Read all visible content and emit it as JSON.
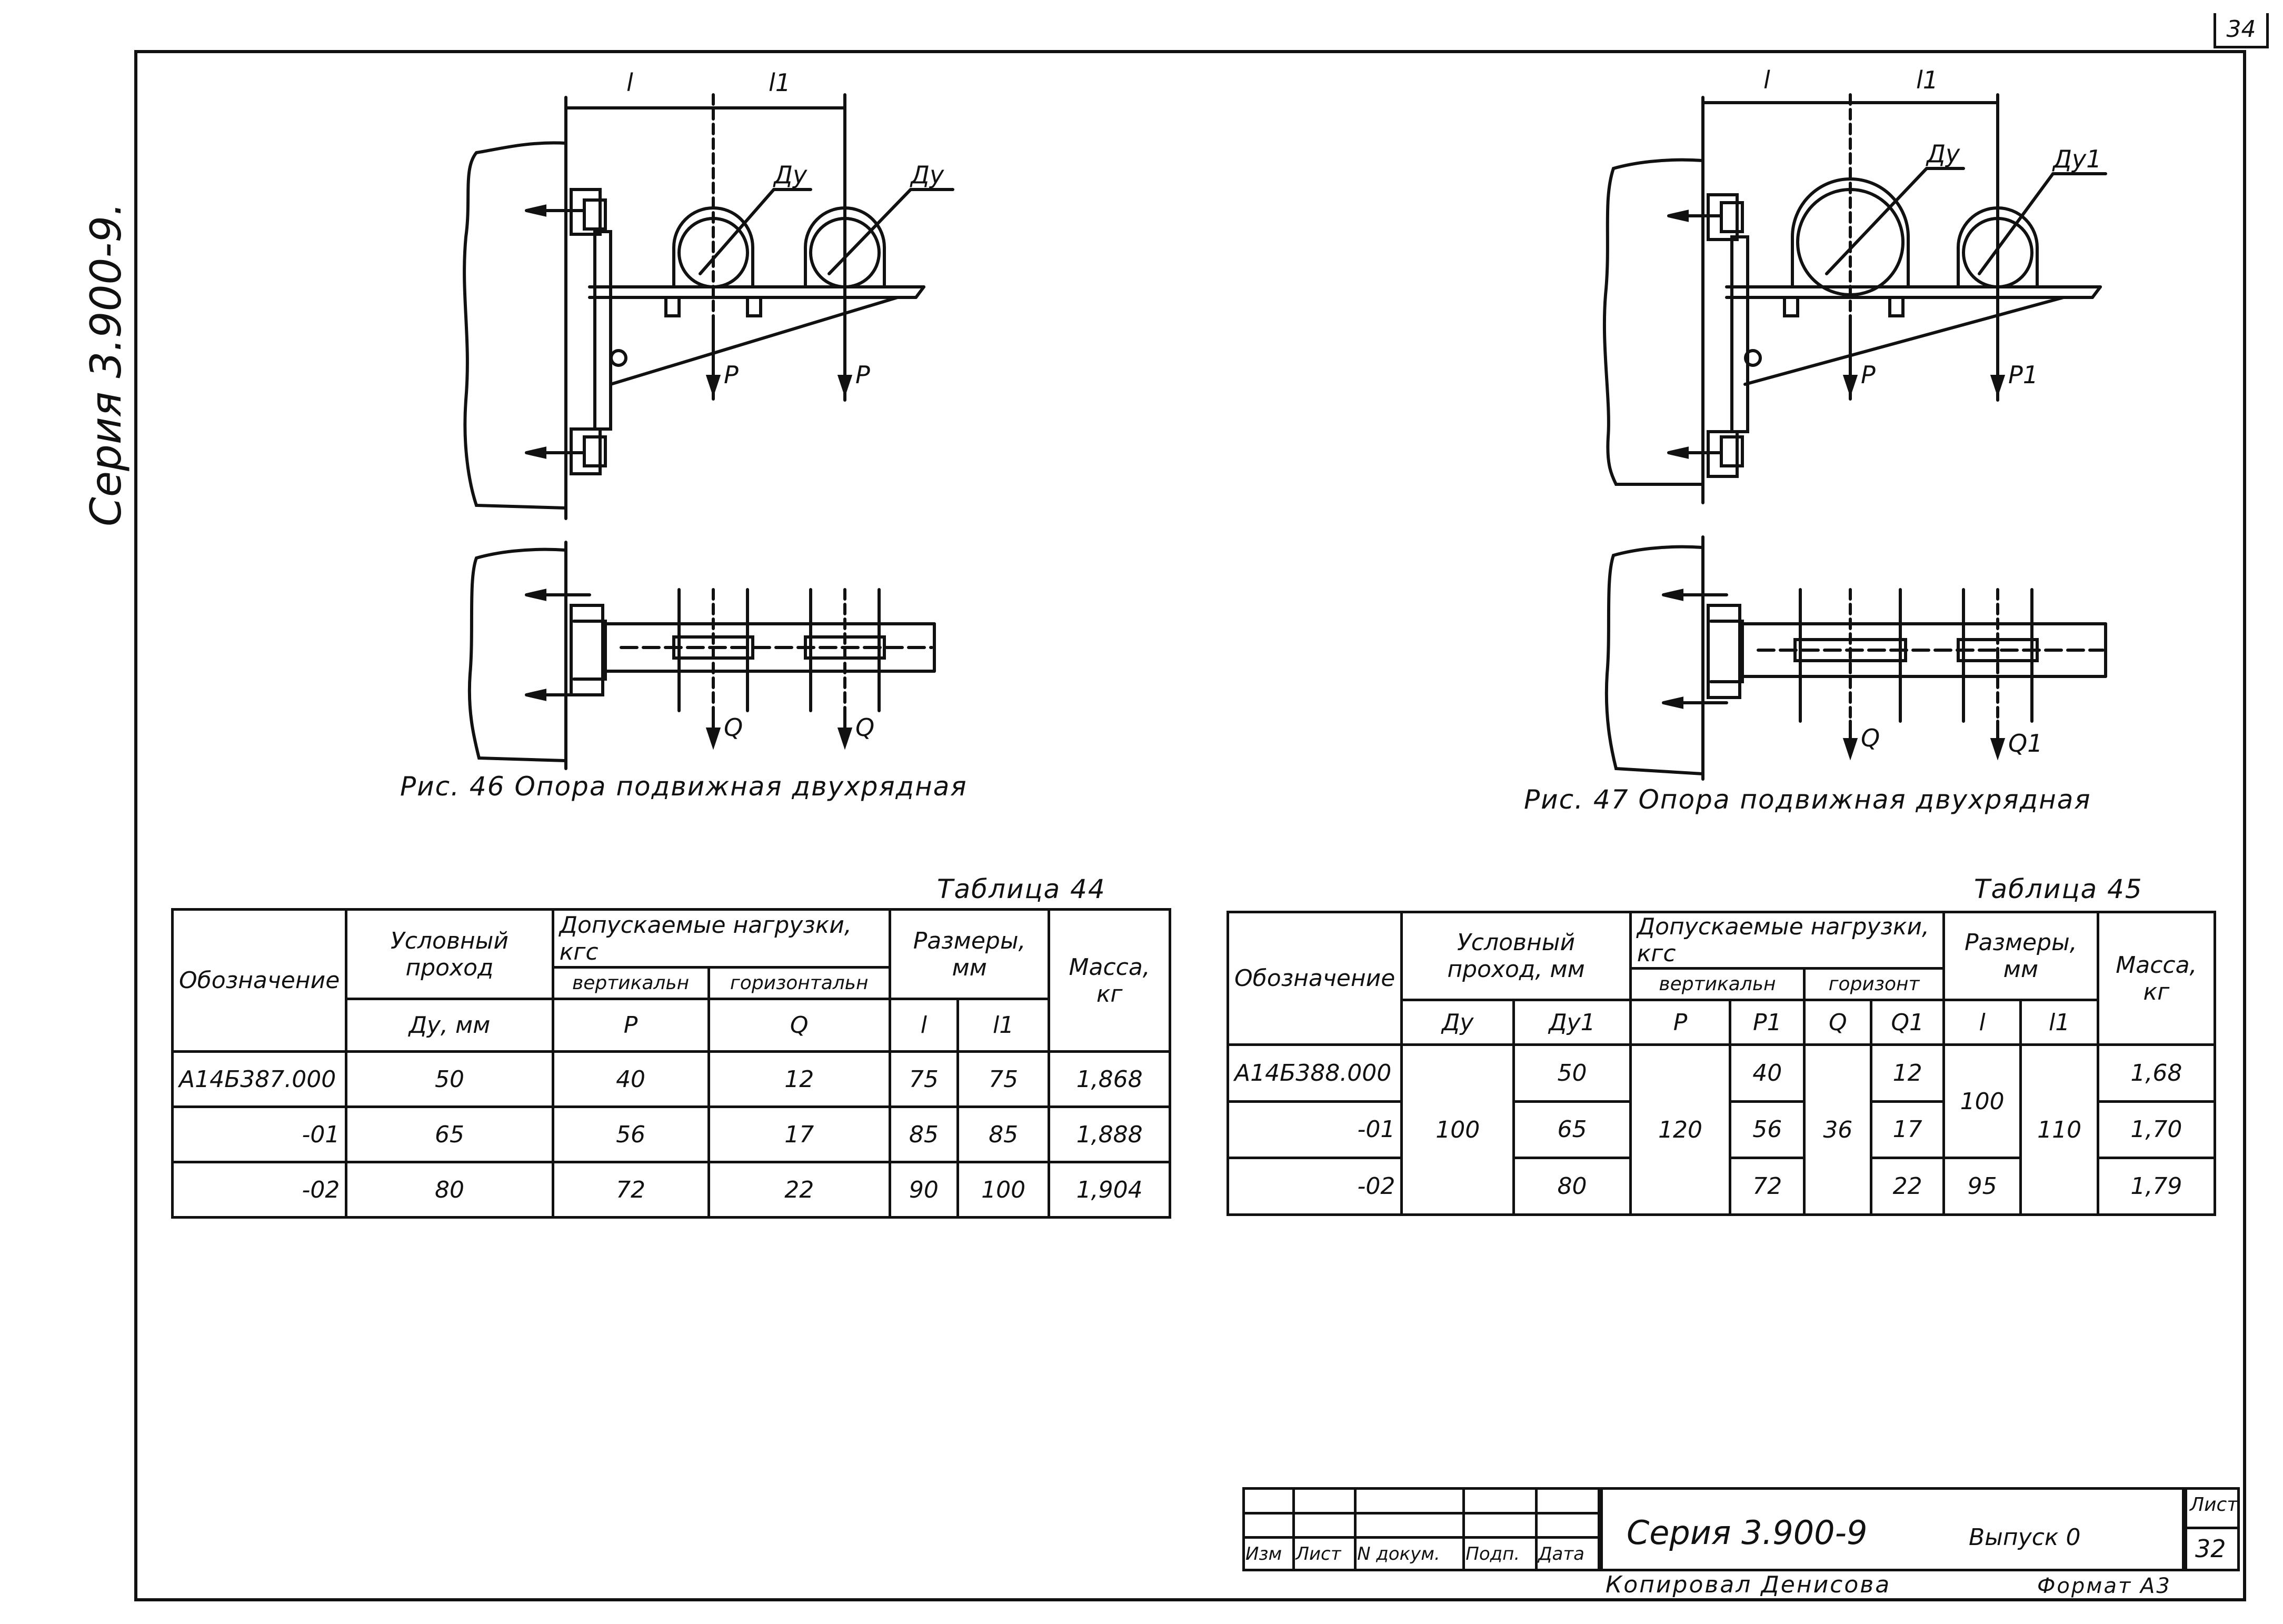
{
  "sheet": {
    "corner_number": "34",
    "series_side": "Серия 3.900-9."
  },
  "fig46": {
    "caption": "Рис. 46 Опора подвижная двухрядная",
    "dims": {
      "l": "l",
      "l1": "l1"
    },
    "pipe_labels": [
      "Ду",
      "Ду"
    ],
    "loads_vertical": [
      "P",
      "P"
    ],
    "loads_horizontal": [
      "Q",
      "Q"
    ]
  },
  "fig47": {
    "caption": "Рис. 47 Опора подвижная двухрядная",
    "dims": {
      "l": "l",
      "l1": "l1"
    },
    "pipe_labels": [
      "Ду",
      "Ду1"
    ],
    "loads_vertical": [
      "P",
      "P1"
    ],
    "loads_horizontal": [
      "Q",
      "Q1"
    ]
  },
  "table44": {
    "title": "Таблица 44",
    "headers": {
      "designation": "Обозначение",
      "nominal_bore": "Условный проход",
      "nominal_bore_unit": "Ду, мм",
      "loads": "Допускаемые нагрузки, кгс",
      "vertical": "вертикальн",
      "horizontal": "горизонтальн",
      "p": "P",
      "q": "Q",
      "sizes": "Размеры, мм",
      "l": "l",
      "l1": "l1",
      "mass": "Масса, кг"
    },
    "rows": [
      {
        "designation": "А14Б387.000",
        "du": "50",
        "p": "40",
        "q": "12",
        "l": "75",
        "l1": "75",
        "mass": "1,868"
      },
      {
        "designation": "-01",
        "du": "65",
        "p": "56",
        "q": "17",
        "l": "85",
        "l1": "85",
        "mass": "1,888"
      },
      {
        "designation": "-02",
        "du": "80",
        "p": "72",
        "q": "22",
        "l": "90",
        "l1": "100",
        "mass": "1,904"
      }
    ]
  },
  "table45": {
    "title": "Таблица 45",
    "headers": {
      "designation": "Обозначение",
      "nominal_bore": "Условный проход, мм",
      "du": "Ду",
      "du1": "Ду1",
      "loads": "Допускаемые нагрузки, кгс",
      "vertical": "вертикальн",
      "horizontal": "горизонт",
      "p": "P",
      "p1": "P1",
      "q": "Q",
      "q1": "Q1",
      "sizes": "Размеры, мм",
      "l": "l",
      "l1": "l1",
      "mass": "Масса, кг"
    },
    "du_common": "100",
    "p_common": "120",
    "q_common": "36",
    "l_common": "100",
    "l1_common": "110",
    "rows": [
      {
        "designation": "А14Б388.000",
        "du1": "50",
        "p1": "40",
        "q1": "12",
        "mass": "1,68"
      },
      {
        "designation": "-01",
        "du1": "65",
        "p1": "56",
        "q1": "17",
        "mass": "1,70"
      },
      {
        "designation": "-02",
        "du1": "80",
        "p1": "72",
        "q1": "22",
        "l": "95",
        "mass": "1,79"
      }
    ]
  },
  "title_block": {
    "cols": [
      "Изм",
      "Лист",
      "N докум.",
      "Подп.",
      "Дата"
    ],
    "series": "Серия 3.900-9",
    "issue": "Выпуск 0",
    "sheet_label": "Лист",
    "sheet_number": "32",
    "copied_by": "Копировал Денисова",
    "format": "Формат А3"
  }
}
